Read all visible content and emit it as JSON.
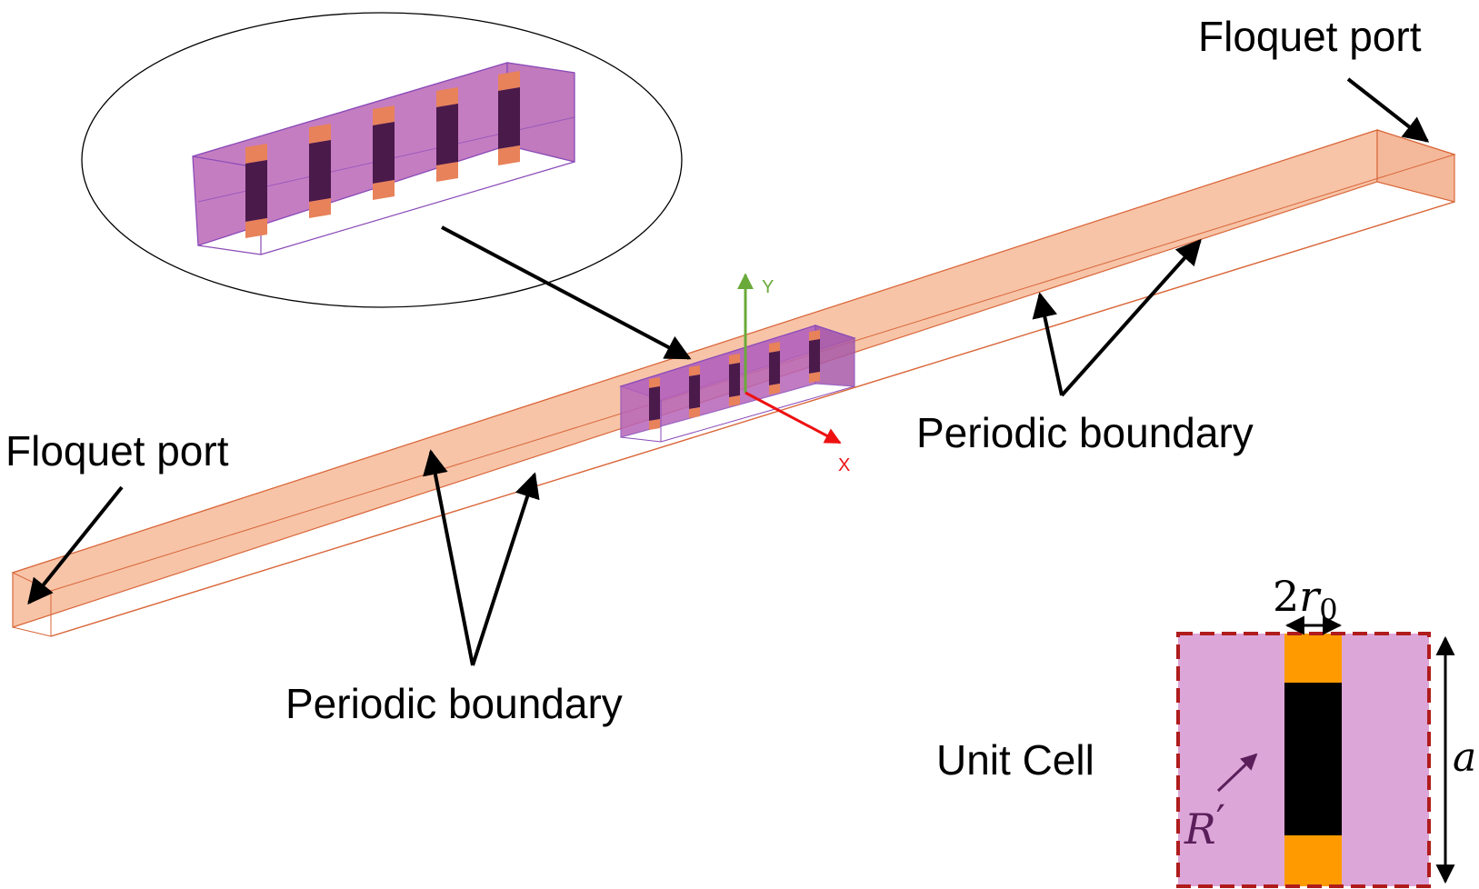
{
  "labels": {
    "floquet_port_top": "Floquet port",
    "floquet_port_left": "Floquet port",
    "periodic_boundary_right": "Periodic boundary",
    "periodic_boundary_bottom": "Periodic boundary",
    "unit_cell": "Unit Cell"
  },
  "axes": {
    "y": "Y",
    "x": "X"
  },
  "unit_cell_symbols": {
    "width_coeff": "2",
    "width_var": "r",
    "width_sub": "0",
    "side": "a",
    "region_var": "R",
    "region_prime": "′"
  },
  "colors": {
    "waveguide_fill": "#f7c9b0",
    "waveguide_edge": "#d9673a",
    "cell_fill": "#c27bbf",
    "cell_edge": "#8a4bb8",
    "pin_dark": "#4a1a4a",
    "pin_tip": "#e8825a",
    "unit_bg": "#dda6d8",
    "unit_border": "#b01c1c",
    "unit_tip": "#ff9b00",
    "unit_core": "#000000",
    "axis_y": "#6aaa3a",
    "axis_x": "#ee1111",
    "region_label": "#5a1f5a"
  }
}
